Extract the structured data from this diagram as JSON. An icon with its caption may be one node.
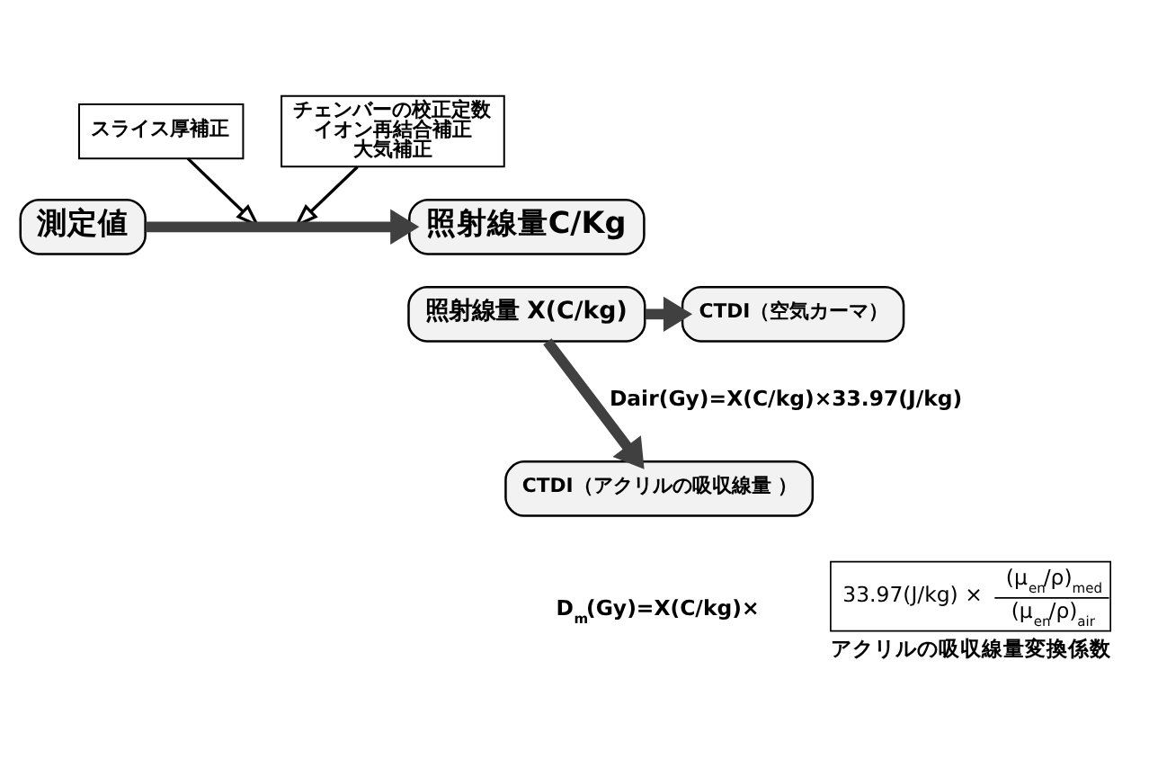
{
  "diagram": {
    "nodes": [
      {
        "text": [
          "スライス厚補正"
        ]
      },
      {
        "text": [
          "チェンバーの校正定数",
          "イオン再結合補正",
          "大気補正"
        ]
      },
      {
        "text": [
          "測定値"
        ]
      },
      {
        "text": [
          "照射線量C/Kg"
        ]
      },
      {
        "text": [
          "照射線量 X(C/kg)"
        ]
      },
      {
        "text": [
          "CTDI（空気カーマ）"
        ]
      },
      {
        "text": [
          "CTDI（アクリルの吸収線量 ）"
        ]
      },
      {
        "text": [
          "33.97(J/kg) ×",
          "(μ$_{en}$/ρ)$_{med}$",
          "(μ$_{en}$/ρ)$_{air}$"
        ],
        "beside": [
          "アクリルの吸収線量変換係数"
        ]
      }
    ],
    "edges": [
      {
        "from": 2,
        "to": 3,
        "arrow": "to"
      },
      {
        "from": 0,
        "to": null,
        "arrow": "to"
      },
      {
        "from": 1,
        "to": null,
        "arrow": "to"
      },
      {
        "from": 4,
        "to": 5,
        "arrow": "to"
      },
      {
        "from": 4,
        "to": 6,
        "arrow": "to"
      }
    ],
    "labels": [
      "Dair(Gy)=X(C/kg)×33.97(J/kg)",
      "D$_{m}$(Gy)=X(C/kg)×"
    ]
  }
}
